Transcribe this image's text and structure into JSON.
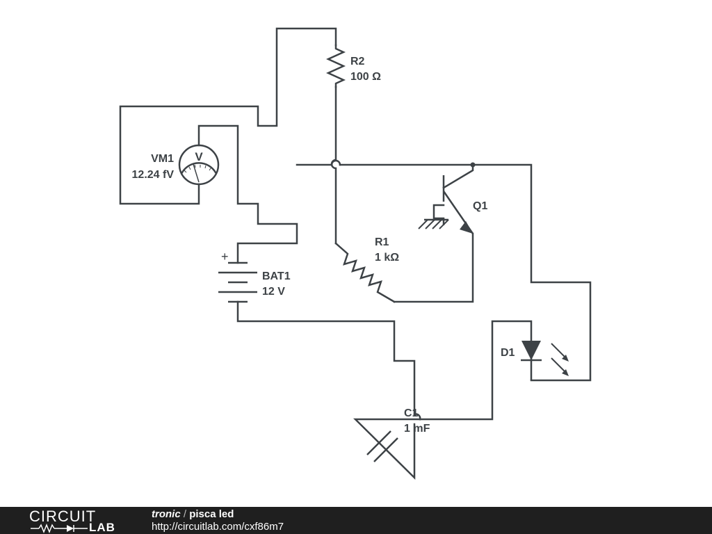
{
  "components": {
    "r2": {
      "ref": "R2",
      "value": "100 Ω"
    },
    "r1": {
      "ref": "R1",
      "value": "1 kΩ"
    },
    "vm1": {
      "ref": "VM1",
      "value": "12.24 fV",
      "symbol": "V"
    },
    "q1": {
      "ref": "Q1"
    },
    "bat1": {
      "ref": "BAT1",
      "value": "12 V",
      "polarity": "+"
    },
    "d1": {
      "ref": "D1"
    },
    "c1": {
      "ref": "C1",
      "value": "1 mF"
    }
  },
  "footer": {
    "logo_top": "CIRCUIT",
    "logo_bottom": "LAB",
    "author": "tronic",
    "separator": " / ",
    "title": "pisca led",
    "url": "http://circuitlab.com/cxf86m7"
  },
  "colors": {
    "wire": "#3d4246",
    "footer_bg": "#1f1f1f"
  }
}
